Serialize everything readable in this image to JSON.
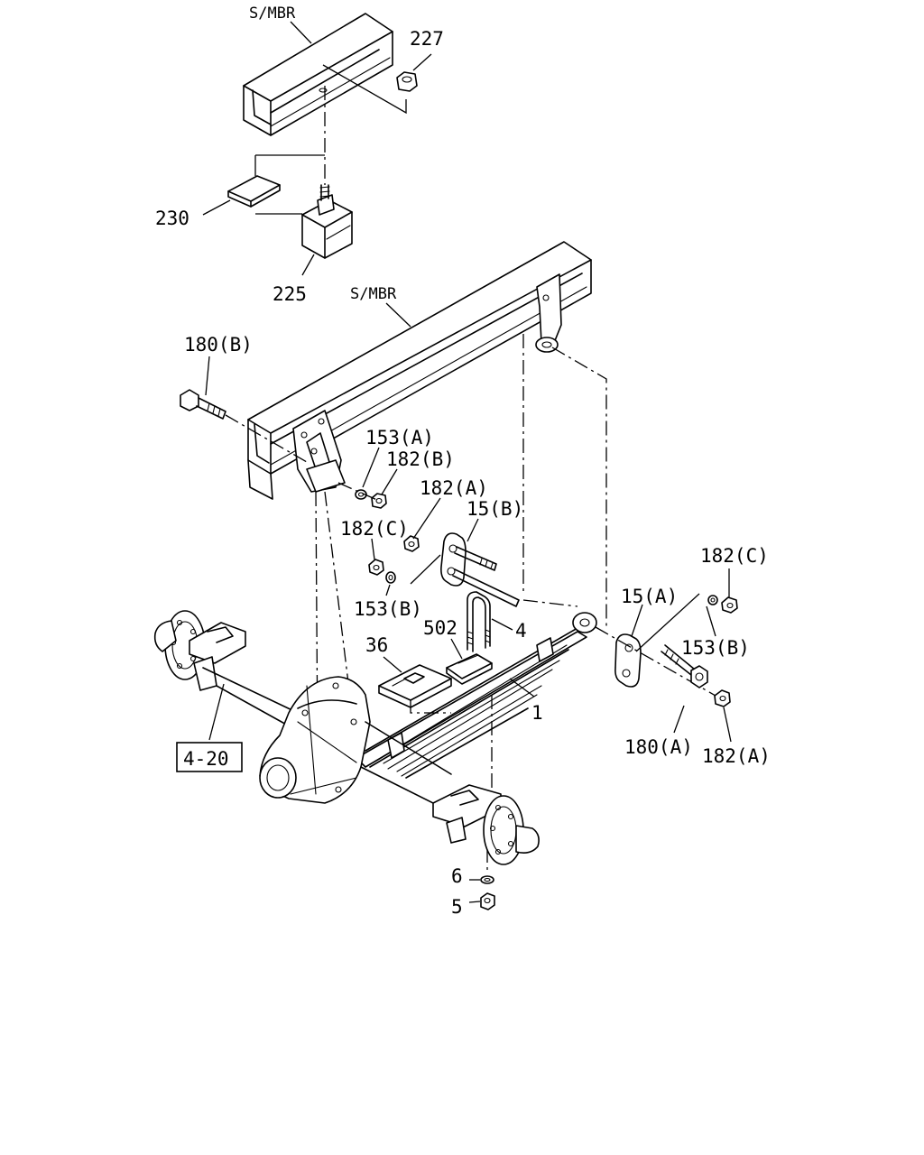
{
  "callouts": {
    "smbr_top": "S/MBR",
    "p227": "227",
    "p230": "230",
    "p225": "225",
    "smbr_mid": "S/MBR",
    "p180b": "180(B)",
    "p153a": "153(A)",
    "p182b": "182(B)",
    "p182a_left": "182(A)",
    "p15b": "15(B)",
    "p182c_left": "182(C)",
    "p153b_left": "153(B)",
    "p182c_right": "182(C)",
    "p15a": "15(A)",
    "p153b_right": "153(B)",
    "p502": "502",
    "p4": "4",
    "p36": "36",
    "p1": "1",
    "p180a": "180(A)",
    "p182a_right": "182(A)",
    "ref420": "4-20",
    "p6": "6",
    "p5": "5"
  }
}
